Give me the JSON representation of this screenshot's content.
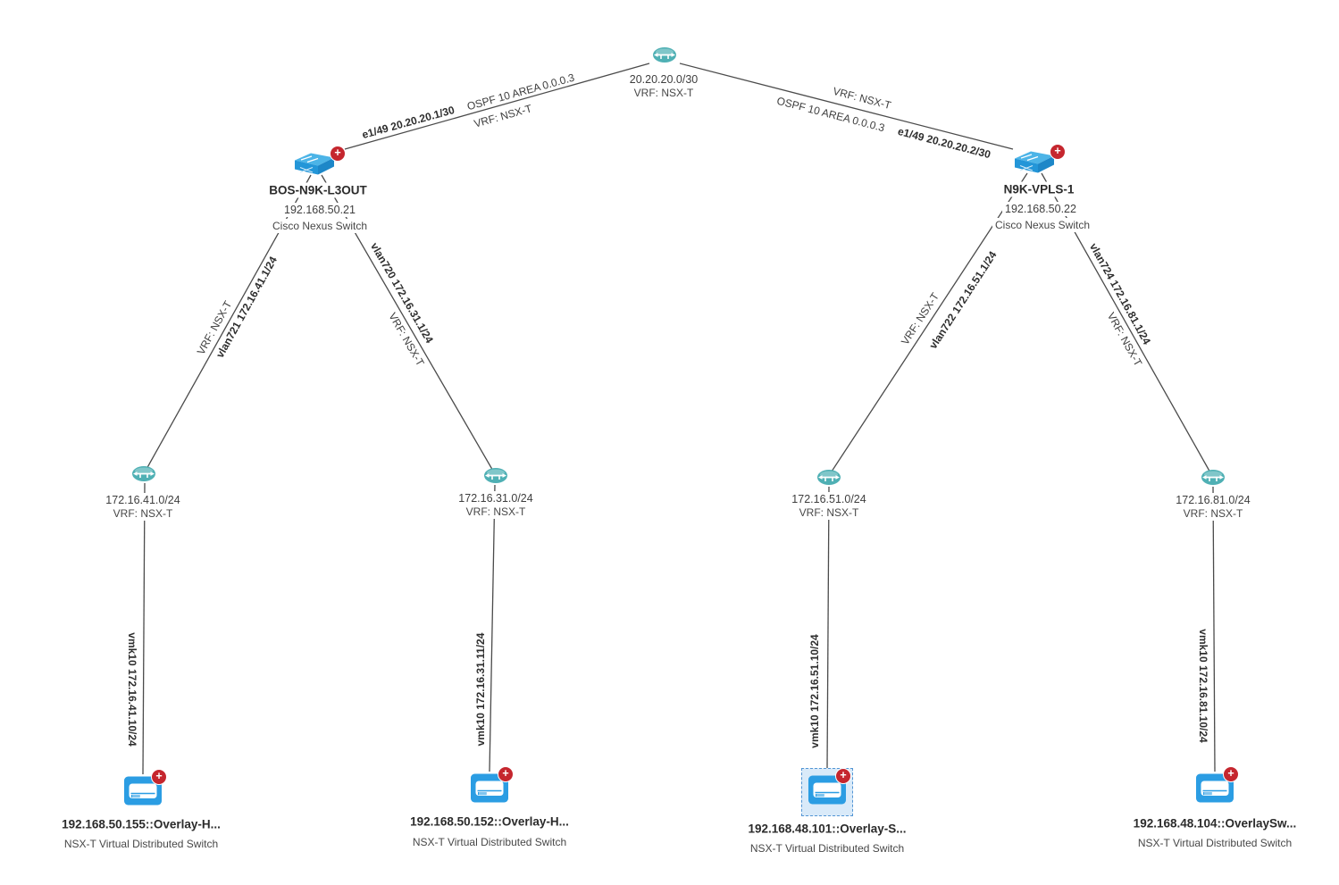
{
  "diagram": {
    "kind": "network-topology"
  },
  "colors": {
    "switch_blue_top": "#4cb4e7",
    "switch_blue_front": "#2396d8",
    "network_teal": "#4fb0b4",
    "host_blue": "#2b9de3",
    "badge_red": "#c5262e",
    "edge_line": "#4b4b4b",
    "selection_border": "#5395d4",
    "selection_fill": "#d9eaf9"
  },
  "icons": {
    "alert_badge_glyph": "+"
  },
  "nodes": {
    "wan_network": {
      "subnet": "20.20.20.0/30",
      "vrf": "VRF: NSX-T"
    },
    "switch_left": {
      "name": "BOS-N9K-L3OUT",
      "ip": "192.168.50.21",
      "type_label": "Cisco Nexus Switch"
    },
    "switch_right": {
      "name": "N9K-VPLS-1",
      "ip": "192.168.50.22",
      "type_label": "Cisco Nexus Switch"
    },
    "net41": {
      "subnet": "172.16.41.0/24",
      "vrf": "VRF: NSX-T"
    },
    "net31": {
      "subnet": "172.16.31.0/24",
      "vrf": "VRF: NSX-T"
    },
    "net51": {
      "subnet": "172.16.51.0/24",
      "vrf": "VRF: NSX-T"
    },
    "net81": {
      "subnet": "172.16.81.0/24",
      "vrf": "VRF: NSX-T"
    },
    "host155": {
      "name": "192.168.50.155::Overlay-H...",
      "type_label": "NSX-T Virtual Distributed Switch"
    },
    "host152": {
      "name": "192.168.50.152::Overlay-H...",
      "type_label": "NSX-T Virtual Distributed Switch"
    },
    "host101": {
      "name": "192.168.48.101::Overlay-S...",
      "type_label": "NSX-T Virtual Distributed Switch",
      "selected": true
    },
    "host104": {
      "name": "192.168.48.104::OverlaySw...",
      "type_label": "NSX-T Virtual Distributed Switch"
    }
  },
  "links": {
    "left_uplink": {
      "interface": "e1/49 20.20.20.1/30",
      "protocol": "OSPF 10 AREA 0.0.0.3",
      "vrf": "VRF: NSX-T"
    },
    "right_uplink": {
      "interface": "e1/49 20.20.20.2/30",
      "protocol": "OSPF 10 AREA 0.0.0.3",
      "vrf": "VRF: NSX-T"
    },
    "vlan721": {
      "interface": "vlan721 172.16.41.1/24",
      "vrf": "VRF: NSX-T"
    },
    "vlan720": {
      "interface": "vlan720 172.16.31.1/24",
      "vrf": "VRF: NSX-T"
    },
    "vlan722": {
      "interface": "vlan722 172.16.51.1/24",
      "vrf": "VRF: NSX-T"
    },
    "vlan724": {
      "interface": "vlan724 172.16.81.1/24",
      "vrf": "VRF: NSX-T"
    },
    "vmk41": {
      "interface": "vmk10 172.16.41.10/24"
    },
    "vmk31": {
      "interface": "vmk10 172.16.31.11/24"
    },
    "vmk51": {
      "interface": "vmk10 172.16.51.10/24"
    },
    "vmk81": {
      "interface": "vmk10 172.16.81.10/24"
    }
  }
}
